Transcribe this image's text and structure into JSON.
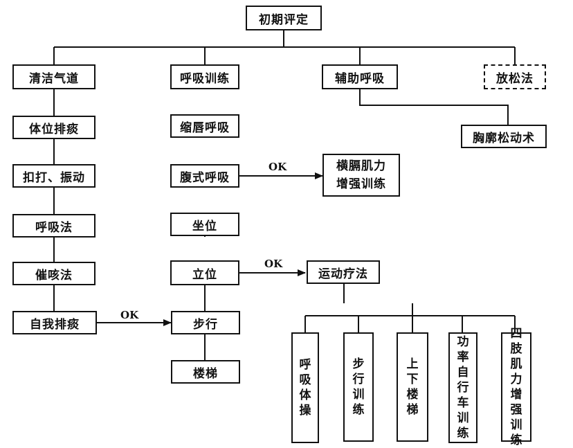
{
  "diagram": {
    "root": "初期评定",
    "branches": {
      "airway": "清洁气道",
      "breathing": "呼吸训练",
      "assisted": "辅助呼吸",
      "relax": "放松法"
    },
    "airway_steps": [
      "体位排痰",
      "扣打、振动",
      "呼吸法",
      "催咳法",
      "自我排痰"
    ],
    "breathing_steps": [
      "缩唇呼吸",
      "腹式呼吸",
      "坐位",
      "立位",
      "步行",
      "楼梯"
    ],
    "chest_mobilization": "胸廓松动术",
    "diaphragm": [
      "横膈肌力",
      "增强训练"
    ],
    "exercise_therapy": "运动疗法",
    "exercise_options": [
      "呼吸体操",
      "步行训练",
      "上下楼梯",
      "功率自行车训练",
      "四肢肌力增强训练"
    ],
    "ok_label": "OK"
  }
}
